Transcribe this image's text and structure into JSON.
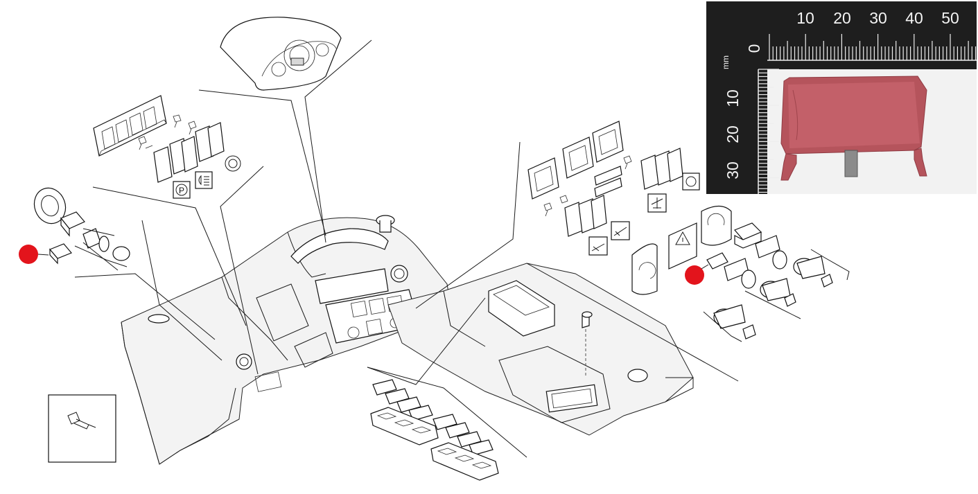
{
  "diagram": {
    "symbols": {
      "park_label": "P"
    }
  },
  "photo": {
    "ruler_top_labels": [
      "10",
      "20",
      "30",
      "40",
      "50"
    ],
    "ruler_left_labels": [
      "0",
      "10",
      "20",
      "30"
    ],
    "ruler_unit": "mm",
    "part_color": "#b5545c"
  },
  "markers": {
    "color": "#e3141c",
    "count": 2
  }
}
